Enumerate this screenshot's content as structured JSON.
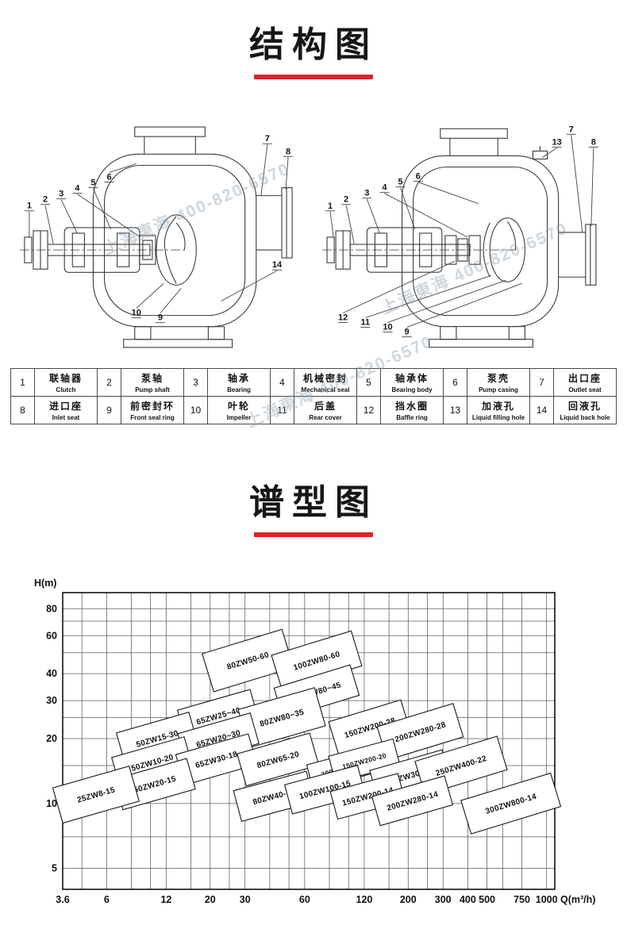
{
  "page": {
    "structure_title": "结构图",
    "spectrum_title": "谱型图",
    "watermark_text": "上海東海 400-820-6570",
    "accent_red": "#d9252b"
  },
  "parts": [
    {
      "no": "1",
      "cn": "联轴器",
      "en": "Clutch"
    },
    {
      "no": "2",
      "cn": "泵轴",
      "en": "Pump shaft"
    },
    {
      "no": "3",
      "cn": "轴承",
      "en": "Bearing"
    },
    {
      "no": "4",
      "cn": "机械密封",
      "en": "Mechanical seal"
    },
    {
      "no": "5",
      "cn": "轴承体",
      "en": "Bearing body"
    },
    {
      "no": "6",
      "cn": "泵壳",
      "en": "Pump casing"
    },
    {
      "no": "7",
      "cn": "出口座",
      "en": "Outlet seat"
    },
    {
      "no": "8",
      "cn": "进口座",
      "en": "Inlet seat"
    },
    {
      "no": "9",
      "cn": "前密封环",
      "en": "Front seal ring"
    },
    {
      "no": "10",
      "cn": "叶轮",
      "en": "Impeller"
    },
    {
      "no": "11",
      "cn": "后盖",
      "en": "Rear cover"
    },
    {
      "no": "12",
      "cn": "挡水圈",
      "en": "Baffle ring"
    },
    {
      "no": "13",
      "cn": "加液孔",
      "en": "Liquid filling hole"
    },
    {
      "no": "14",
      "cn": "回液孔",
      "en": "Liquid back hole"
    }
  ],
  "drawings": {
    "left_callouts": [
      "1",
      "2",
      "3",
      "4",
      "5",
      "6",
      "7",
      "8",
      "14",
      "10",
      "9"
    ],
    "right_callouts": [
      "1",
      "2",
      "3",
      "4",
      "5",
      "6",
      "7",
      "13",
      "8",
      "12",
      "11",
      "10",
      "9"
    ]
  },
  "chart_data": {
    "type": "area",
    "title": "谱型图",
    "xlabel": "Q(m³/h)",
    "ylabel": "H(m)",
    "x_scale": "log",
    "y_scale": "log",
    "xlim": [
      3.6,
      1100
    ],
    "ylim": [
      4,
      95
    ],
    "grid": true,
    "legend": false,
    "x_ticks": [
      "3.6",
      "6",
      "12",
      "20",
      "30",
      "60",
      "120",
      "200",
      "300",
      "400",
      "500",
      "750",
      "1000"
    ],
    "y_ticks": [
      "80",
      "60",
      "40",
      "30",
      "20",
      "10",
      "5"
    ],
    "x_grid": [
      3.6,
      4.5,
      6,
      8,
      10,
      12,
      16,
      20,
      25,
      30,
      40,
      50,
      60,
      80,
      100,
      120,
      160,
      200,
      250,
      300,
      400,
      500,
      600,
      750,
      1000
    ],
    "y_grid": [
      5,
      7,
      10,
      15,
      20,
      25,
      30,
      40,
      50,
      60,
      70,
      80
    ],
    "regions": [
      {
        "model": "80ZW50-60",
        "q": 31,
        "h": 46,
        "rot": -17,
        "w": 105,
        "hp": 50
      },
      {
        "model": "100ZW80-60",
        "q": 69,
        "h": 46,
        "rot": -17,
        "w": 105,
        "hp": 46
      },
      {
        "model": "100ZW80~45",
        "q": 69,
        "h": 33,
        "rot": -17,
        "w": 100,
        "hp": 40
      },
      {
        "model": "65ZW25~40",
        "q": 22,
        "h": 25.5,
        "rot": -16,
        "w": 95,
        "hp": 42
      },
      {
        "model": "80ZW80~35",
        "q": 46,
        "h": 25,
        "rot": -16,
        "w": 100,
        "hp": 50
      },
      {
        "model": "150ZW200-28",
        "q": 128,
        "h": 22.5,
        "rot": -17,
        "w": 95,
        "hp": 44
      },
      {
        "model": "200ZW280-28",
        "q": 230,
        "h": 21.5,
        "rot": -17,
        "w": 100,
        "hp": 44
      },
      {
        "model": "50ZW15-30",
        "q": 10.8,
        "h": 20,
        "rot": -16,
        "w": 95,
        "hp": 42
      },
      {
        "model": "65ZW20~30",
        "q": 22,
        "h": 20,
        "rot": -16,
        "w": 95,
        "hp": 40
      },
      {
        "model": "50ZW10-20",
        "q": 10.2,
        "h": 15.5,
        "rot": -16,
        "w": 95,
        "hp": 40
      },
      {
        "model": "65ZW30-18",
        "q": 21.5,
        "h": 16,
        "rot": -16,
        "w": 95,
        "hp": 40
      },
      {
        "model": "80ZW65-20",
        "q": 44,
        "h": 16,
        "rot": -16,
        "w": 95,
        "hp": 42
      },
      {
        "model": "100ZW80-20",
        "q": 92,
        "h": 14.5,
        "rot": -15,
        "w": 82,
        "hp": 32
      },
      {
        "model": "150ZW200-20",
        "q": 120,
        "h": 15.8,
        "rot": -15,
        "w": 84,
        "hp": 34
      },
      {
        "model": "200ZW300-18",
        "q": 205,
        "h": 13.5,
        "rot": -16,
        "w": 95,
        "hp": 40
      },
      {
        "model": "250ZW400-22",
        "q": 370,
        "h": 15,
        "rot": -17,
        "w": 108,
        "hp": 44
      },
      {
        "model": "50ZW20-15",
        "q": 10.5,
        "h": 12.3,
        "rot": -16,
        "w": 95,
        "hp": 40
      },
      {
        "model": "25ZW8-15",
        "q": 5.3,
        "h": 11,
        "rot": -16,
        "w": 100,
        "hp": 46
      },
      {
        "model": "80ZW40-16",
        "q": 42,
        "h": 10.8,
        "rot": -15,
        "w": 95,
        "hp": 40
      },
      {
        "model": "100ZW100-15",
        "q": 76,
        "h": 11.6,
        "rot": -15,
        "w": 95,
        "hp": 38
      },
      {
        "model": "150ZW200-14",
        "q": 125,
        "h": 10.8,
        "rot": -15,
        "w": 88,
        "hp": 36
      },
      {
        "model": "200ZW280-14",
        "q": 210,
        "h": 10.3,
        "rot": -16,
        "w": 95,
        "hp": 38
      },
      {
        "model": "300ZW800-14",
        "q": 660,
        "h": 10,
        "rot": -17,
        "w": 118,
        "hp": 44
      }
    ]
  }
}
